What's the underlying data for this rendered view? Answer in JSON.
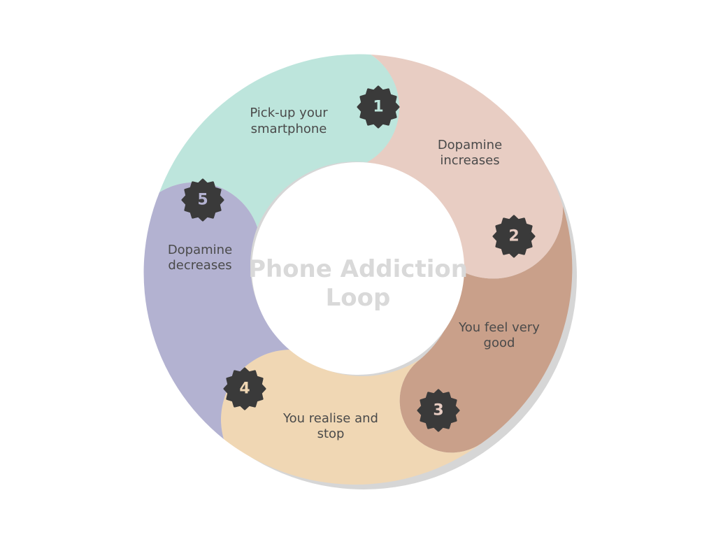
{
  "title": {
    "line1": "Phone Addiction",
    "line2": "Loop"
  },
  "colors": {
    "background": "#ffffff",
    "shadow": "#d6d6d6",
    "title": "#d9d9d9",
    "label_text": "#4a4a4a",
    "badge": "#3a3a3a"
  },
  "steps": [
    {
      "number": "1",
      "line1": "Pick-up your",
      "line2": "smartphone",
      "color": "#bde5dc",
      "number_color": "#bde5dc"
    },
    {
      "number": "2",
      "line1": "Dopamine",
      "line2": "increases",
      "color": "#e8cdc3",
      "number_color": "#e8cdc3"
    },
    {
      "number": "3",
      "line1": "You feel very",
      "line2": "good",
      "color": "#c9a08a",
      "number_color": "#e8cdc3"
    },
    {
      "number": "4",
      "line1": "You realise and",
      "line2": "stop",
      "color": "#f0d7b4",
      "number_color": "#f0d7b4"
    },
    {
      "number": "5",
      "line1": "Dopamine",
      "line2": "decreases",
      "color": "#b3b2d1",
      "number_color": "#b3b2d1"
    }
  ]
}
